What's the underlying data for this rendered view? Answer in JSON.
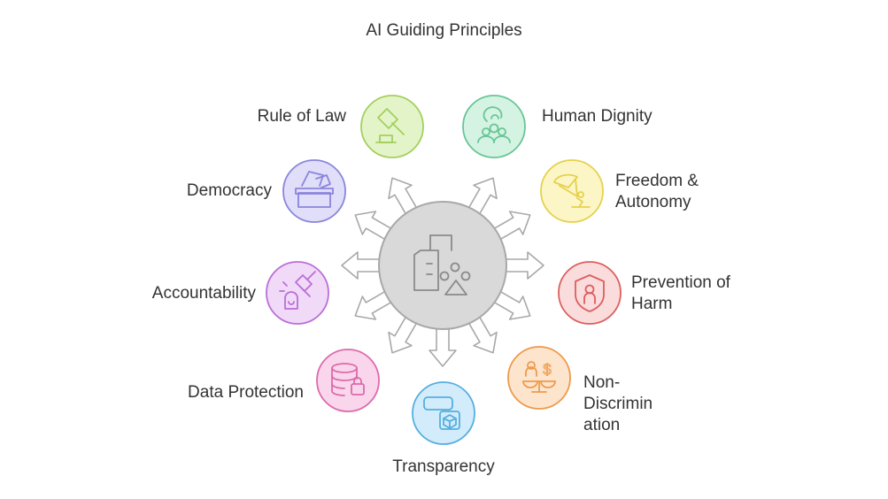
{
  "title": "AI Guiding Principles",
  "center": {
    "icon": "building-shapes-icon",
    "fill": "#d9d9d9",
    "stroke": "#a8a8a8"
  },
  "principles": [
    {
      "label": "Rule of Law",
      "icon": "gavel-icon",
      "fill": "#e3f5c8",
      "stroke": "#a4cf5e"
    },
    {
      "label": "Human Dignity",
      "icon": "people-icon",
      "fill": "#d4f3e3",
      "stroke": "#69c596"
    },
    {
      "label": "Freedom & Autonomy",
      "icon": "paraglider-icon",
      "fill": "#fcf6c6",
      "stroke": "#e5d14e"
    },
    {
      "label": "Prevention of Harm",
      "icon": "shield-person-icon",
      "fill": "#fadcdc",
      "stroke": "#dd5e5e"
    },
    {
      "label": "Non-Discrimination",
      "icon": "balance-scale-icon",
      "fill": "#fde4cc",
      "stroke": "#ee9a4c"
    },
    {
      "label": "Transparency",
      "icon": "transparent-box-icon",
      "fill": "#d3ecfb",
      "stroke": "#55aee0"
    },
    {
      "label": "Data Protection",
      "icon": "database-lock-icon",
      "fill": "#fad6ec",
      "stroke": "#dd6aab"
    },
    {
      "label": "Accountability",
      "icon": "gavel-person-icon",
      "fill": "#f1d9f8",
      "stroke": "#b96fd8"
    },
    {
      "label": "Democracy",
      "icon": "ballot-box-icon",
      "fill": "#e0def9",
      "stroke": "#8a85dc"
    }
  ]
}
